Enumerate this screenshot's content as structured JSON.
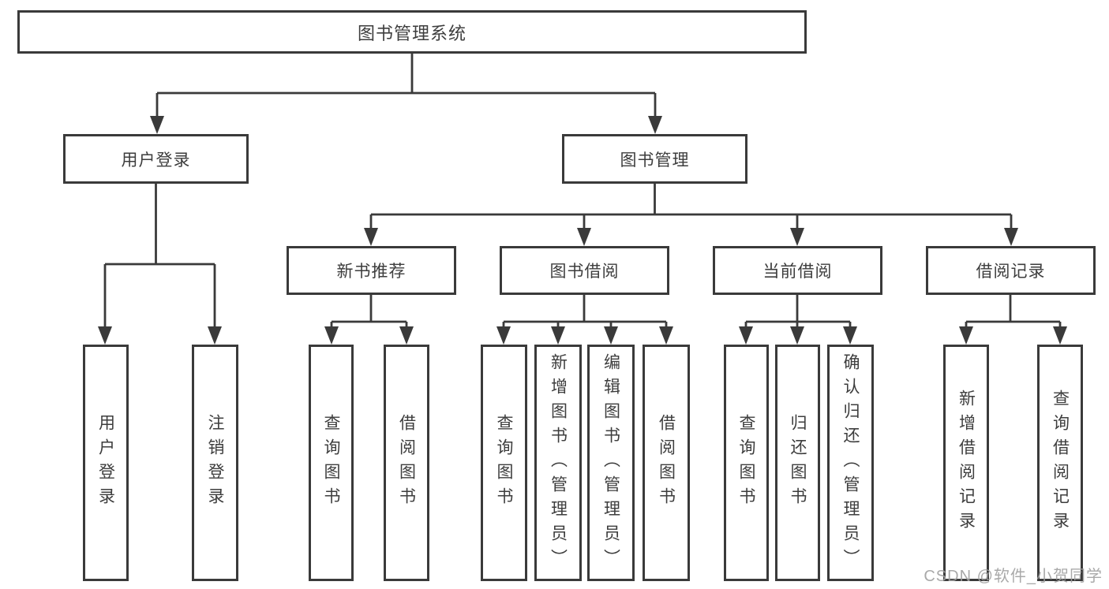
{
  "diagram": {
    "root": {
      "label": "图书管理系统"
    },
    "level2": [
      {
        "label": "用户登录"
      },
      {
        "label": "图书管理"
      }
    ],
    "level3": [
      {
        "label": "新书推荐"
      },
      {
        "label": "图书借阅"
      },
      {
        "label": "当前借阅"
      },
      {
        "label": "借阅记录"
      }
    ],
    "leaves": {
      "user_login": [
        "用户登录",
        "注销登录"
      ],
      "new_books": [
        "查询图书",
        "借阅图书"
      ],
      "book_borrow": [
        "查询图书",
        "新增图书（管理员）",
        "编辑图书（管理员）",
        "借阅图书"
      ],
      "current_borrow": [
        "查询图书",
        "归还图书",
        "确认归还（管理员）"
      ],
      "borrow_records": [
        "新增借阅记录",
        "查询借阅记录"
      ]
    }
  },
  "watermark": {
    "text": "CSDN @软件_小贺同学"
  },
  "colors": {
    "line": "#3a3a3a",
    "text": "#3d3d3d",
    "watermark": "#a0a0a0",
    "background": "#ffffff"
  }
}
